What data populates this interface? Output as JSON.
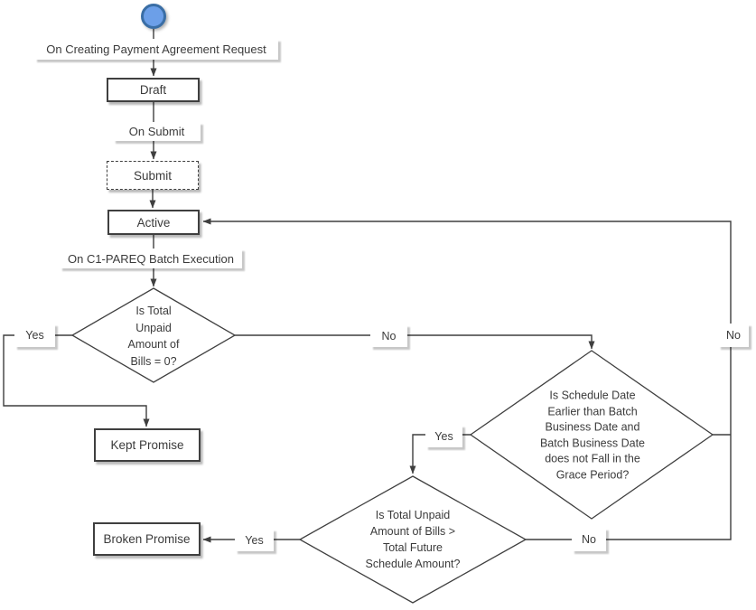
{
  "flow": {
    "start_node": {
      "name": "start"
    },
    "events": [
      {
        "label": "On Creating Payment Agreement Request"
      },
      {
        "label": "On Submit"
      },
      {
        "label": "On C1-PAREQ Batch Execution"
      }
    ],
    "states": [
      {
        "label": "Draft",
        "style": "solid"
      },
      {
        "label": "Submit",
        "style": "dashed"
      },
      {
        "label": "Active",
        "style": "solid"
      },
      {
        "label": "Kept Promise",
        "style": "solid"
      },
      {
        "label": "Broken Promise",
        "style": "solid"
      }
    ],
    "decisions": [
      {
        "label": "Is Total\nUnpaid\nAmount of\nBills = 0?"
      },
      {
        "label": "Is Schedule Date\nEarlier than Batch\nBusiness Date and\nBatch Business Date\ndoes not Fall in the\nGrace Period?"
      },
      {
        "label": "Is Total Unpaid\nAmount of Bills >\nTotal Future\nSchedule Amount?"
      }
    ],
    "branches": [
      {
        "label": "Yes"
      },
      {
        "label": "No"
      },
      {
        "label": "Yes"
      },
      {
        "label": "No"
      },
      {
        "label": "Yes"
      },
      {
        "label": "No"
      }
    ]
  },
  "colors": {
    "line": "#3f3f3f",
    "text": "#3b3b3b",
    "label_bg": "#ffffff",
    "start_fill": "#6c9fe8",
    "start_border": "#3a6ea5"
  }
}
